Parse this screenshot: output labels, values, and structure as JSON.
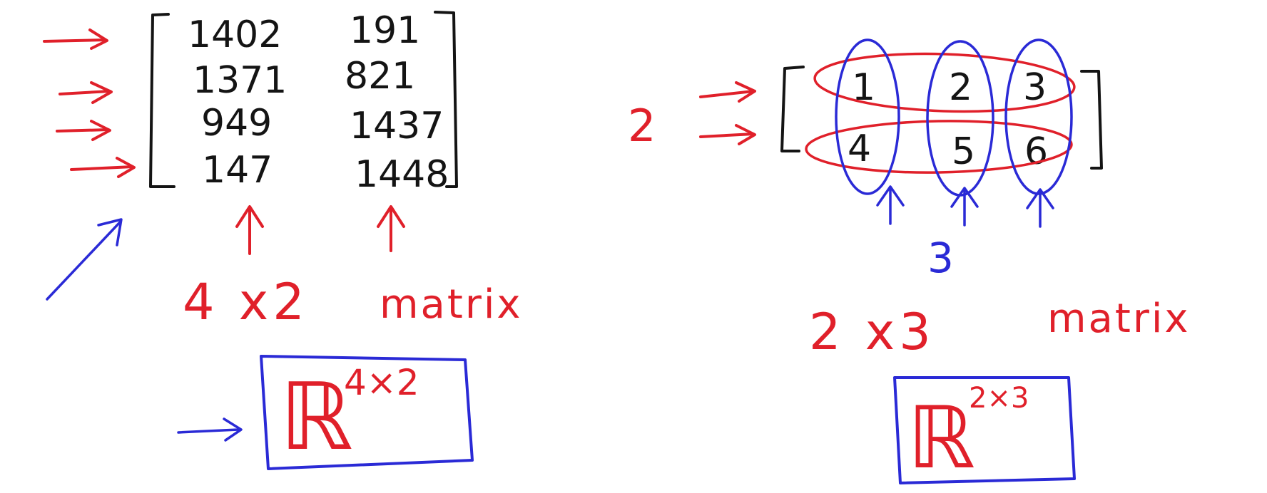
{
  "colors": {
    "ink": "#141414",
    "red": "#e0202a",
    "blue": "#2a2ad6",
    "background": "#ffffff"
  },
  "left": {
    "matrix": [
      [
        "1402",
        "191"
      ],
      [
        "1371",
        "821"
      ],
      [
        "949",
        "1437"
      ],
      [
        "147",
        "1448"
      ]
    ],
    "dim_label": "4 x2",
    "matrix_word": "matrix",
    "set_base": "ℝ",
    "set_exponent": "4×2"
  },
  "right": {
    "matrix": [
      [
        "1",
        "2",
        "3"
      ],
      [
        "4",
        "5",
        "6"
      ]
    ],
    "rows_count": "2",
    "cols_count": "3",
    "dim_label": "2 x3",
    "matrix_word": "matrix",
    "set_base": "ℝ",
    "set_exponent": "2×3"
  }
}
